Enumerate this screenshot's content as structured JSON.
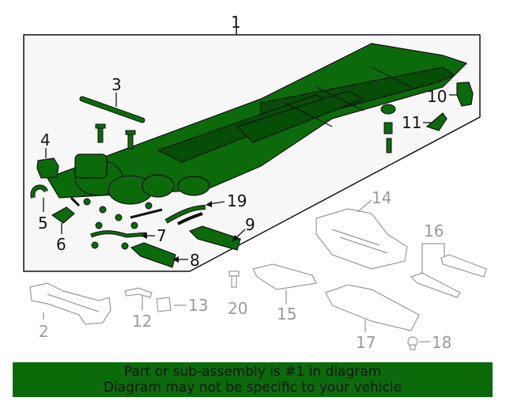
{
  "callouts": {
    "c1": "1",
    "c2": "2",
    "c3": "3",
    "c4": "4",
    "c5": "5",
    "c6": "6",
    "c7": "7",
    "c8": "8",
    "c9": "9",
    "c10": "10",
    "c11": "11",
    "c12": "12",
    "c13": "13",
    "c14": "14",
    "c15": "15",
    "c16": "16",
    "c17": "17",
    "c18": "18",
    "c19": "19",
    "c20": "20"
  },
  "footer": {
    "line1": "Part or sub-assembly is #1 in diagram",
    "line2": "Diagram may not be specific to your vehicle"
  },
  "colors": {
    "highlight": "#0b6b0b",
    "panel_bg": "#f7f7f7",
    "inactive_line": "#9a9a9a"
  }
}
